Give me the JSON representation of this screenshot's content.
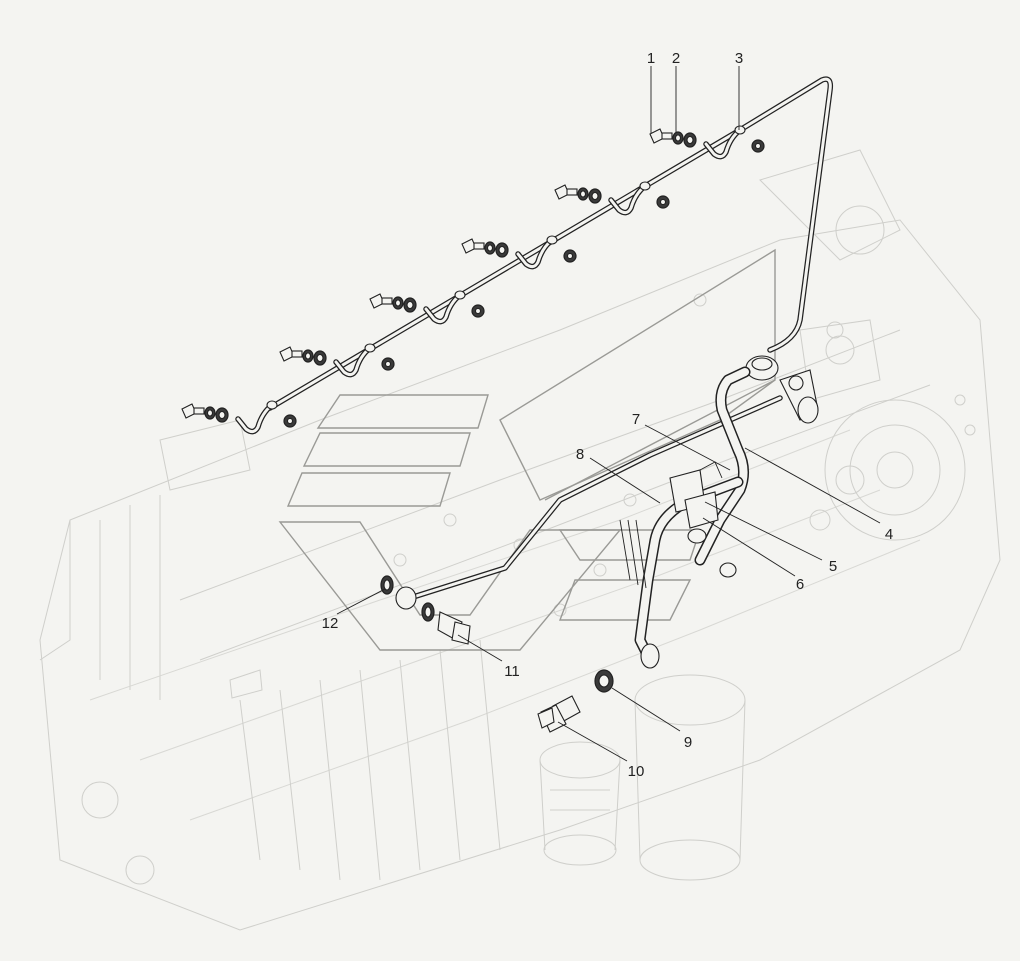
{
  "callouts": [
    "1",
    "2",
    "3",
    "4",
    "5",
    "6",
    "7",
    "8",
    "9",
    "10",
    "11",
    "12"
  ],
  "colors": {
    "background": "#f4f4f1",
    "line": "#222222",
    "ghost_engine": "#cfcfcb",
    "watermark": "#9a9a96"
  }
}
